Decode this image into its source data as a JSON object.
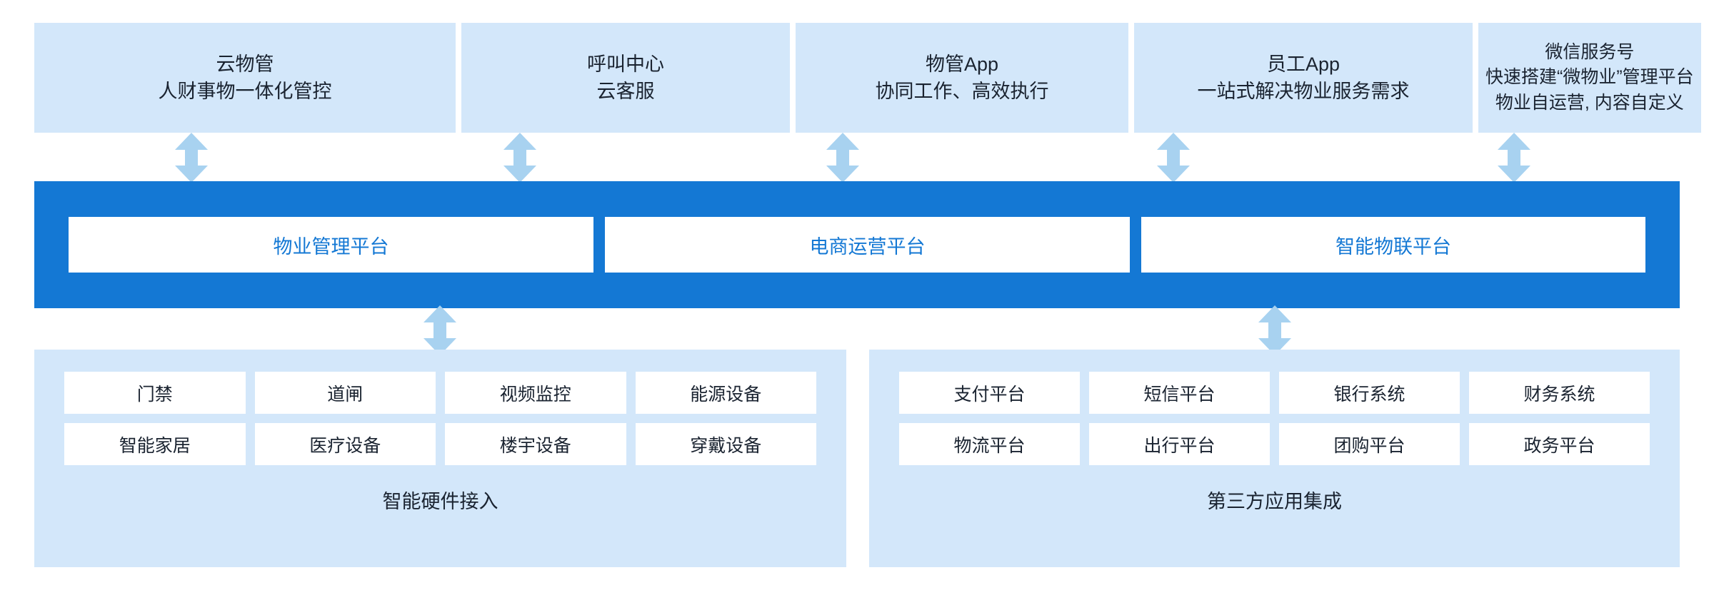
{
  "colors": {
    "panel_blue": "#d3e7fa",
    "bar_blue": "#1478d4",
    "arrow_blue": "#a8d2f0",
    "text_dark": "#1a2330",
    "white": "#ffffff"
  },
  "top_channels": [
    {
      "title": "云物管",
      "subtitle": "人财事物一体化管控"
    },
    {
      "title": "呼叫中心",
      "subtitle": "云客服"
    },
    {
      "title": "物管App",
      "subtitle": "协同工作、高效执行"
    },
    {
      "title": "员工App",
      "subtitle": "一站式解决物业服务需求"
    },
    {
      "title": "微信服务号",
      "subtitle": "快速搭建“微物业”管理平台",
      "subtitle2": "物业自运营, 内容自定义"
    }
  ],
  "platforms": [
    {
      "label": "物业管理平台"
    },
    {
      "label": "电商运营平台"
    },
    {
      "label": "智能物联平台"
    }
  ],
  "bottom_panels": [
    {
      "caption": "智能硬件接入",
      "items": [
        "门禁",
        "道闸",
        "视频监控",
        "能源设备",
        "智能家居",
        "医疗设备",
        "楼宇设备",
        "穿戴设备"
      ]
    },
    {
      "caption": "第三方应用集成",
      "items": [
        "支付平台",
        "短信平台",
        "银行系统",
        "财务系统",
        "物流平台",
        "出行平台",
        "团购平台",
        "政务平台"
      ]
    }
  ],
  "connectors": {
    "upper": [
      {
        "name": "connector-yunwuguan"
      },
      {
        "name": "connector-callcenter"
      },
      {
        "name": "connector-wuguan-app"
      },
      {
        "name": "connector-staff-app"
      },
      {
        "name": "connector-wechat"
      }
    ],
    "lower": [
      {
        "name": "connector-hardware"
      },
      {
        "name": "connector-thirdparty"
      }
    ]
  }
}
